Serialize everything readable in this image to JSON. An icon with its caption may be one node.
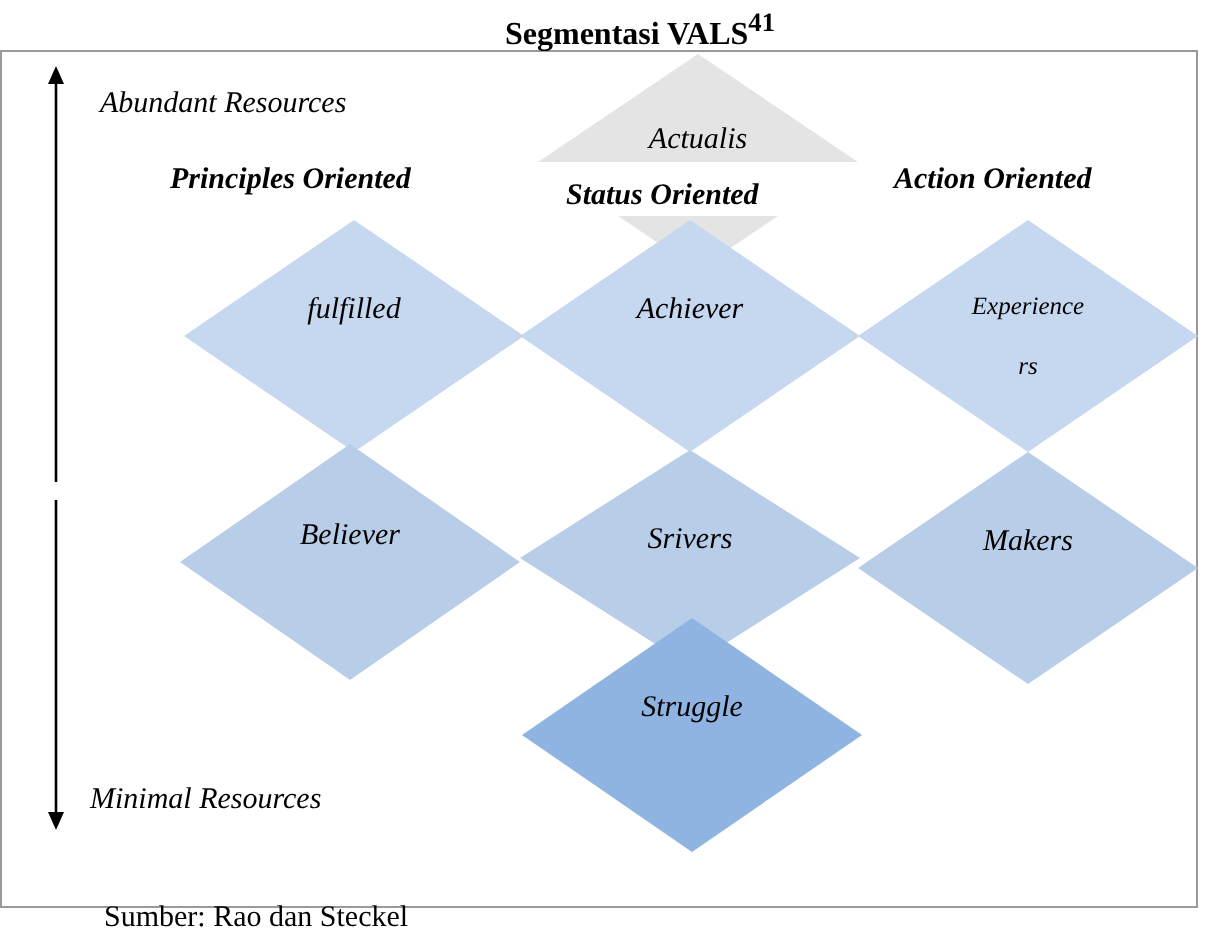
{
  "diagram": {
    "title": "Segmentasi VALS$^{41}$",
    "caption": "Sumber: Rao dan Steckel",
    "nodes": [
      {
        "text": [
          "Actualis"
        ]
      },
      {
        "text": [
          "fulfilled"
        ]
      },
      {
        "text": [
          "Achiever"
        ]
      },
      {
        "text": [
          "Experience rs"
        ]
      },
      {
        "text": [
          "Believer"
        ]
      },
      {
        "text": [
          "Srivers"
        ]
      },
      {
        "text": [
          "Makers"
        ]
      },
      {
        "text": [
          "Struggle"
        ]
      }
    ],
    "labels": [
      "Abundant Resources",
      "Principles Oriented",
      "Status Oriented",
      "Action Oriented",
      "Minimal Resources"
    ]
  }
}
